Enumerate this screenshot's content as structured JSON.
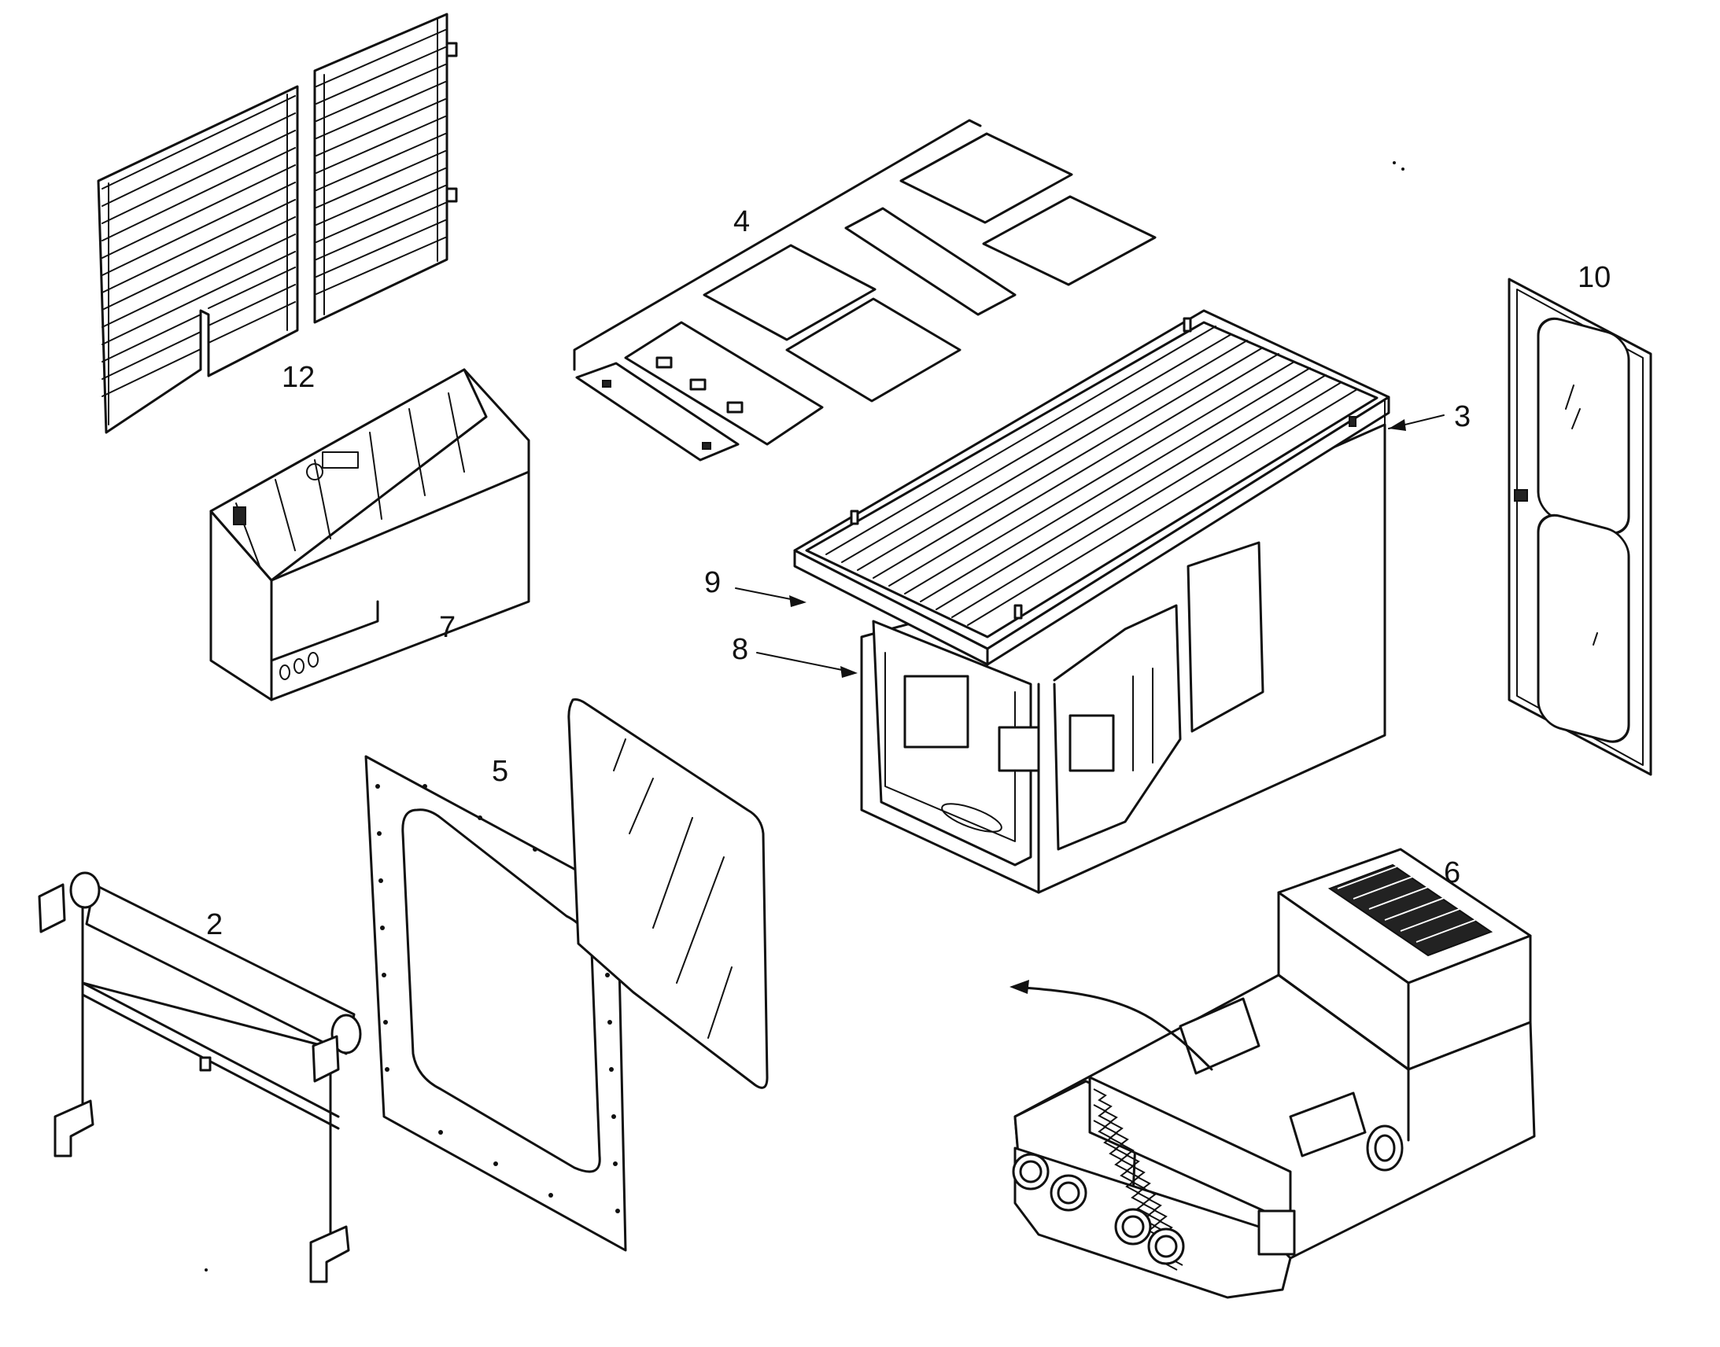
{
  "callouts": {
    "c2": "2",
    "c3": "3",
    "c4": "4",
    "c5": "5",
    "c6": "6",
    "c7": "7",
    "c8": "8",
    "c9": "9",
    "c10": "10",
    "c12": "12"
  },
  "colors": {
    "ink": "#111111",
    "paper": "#ffffff"
  }
}
